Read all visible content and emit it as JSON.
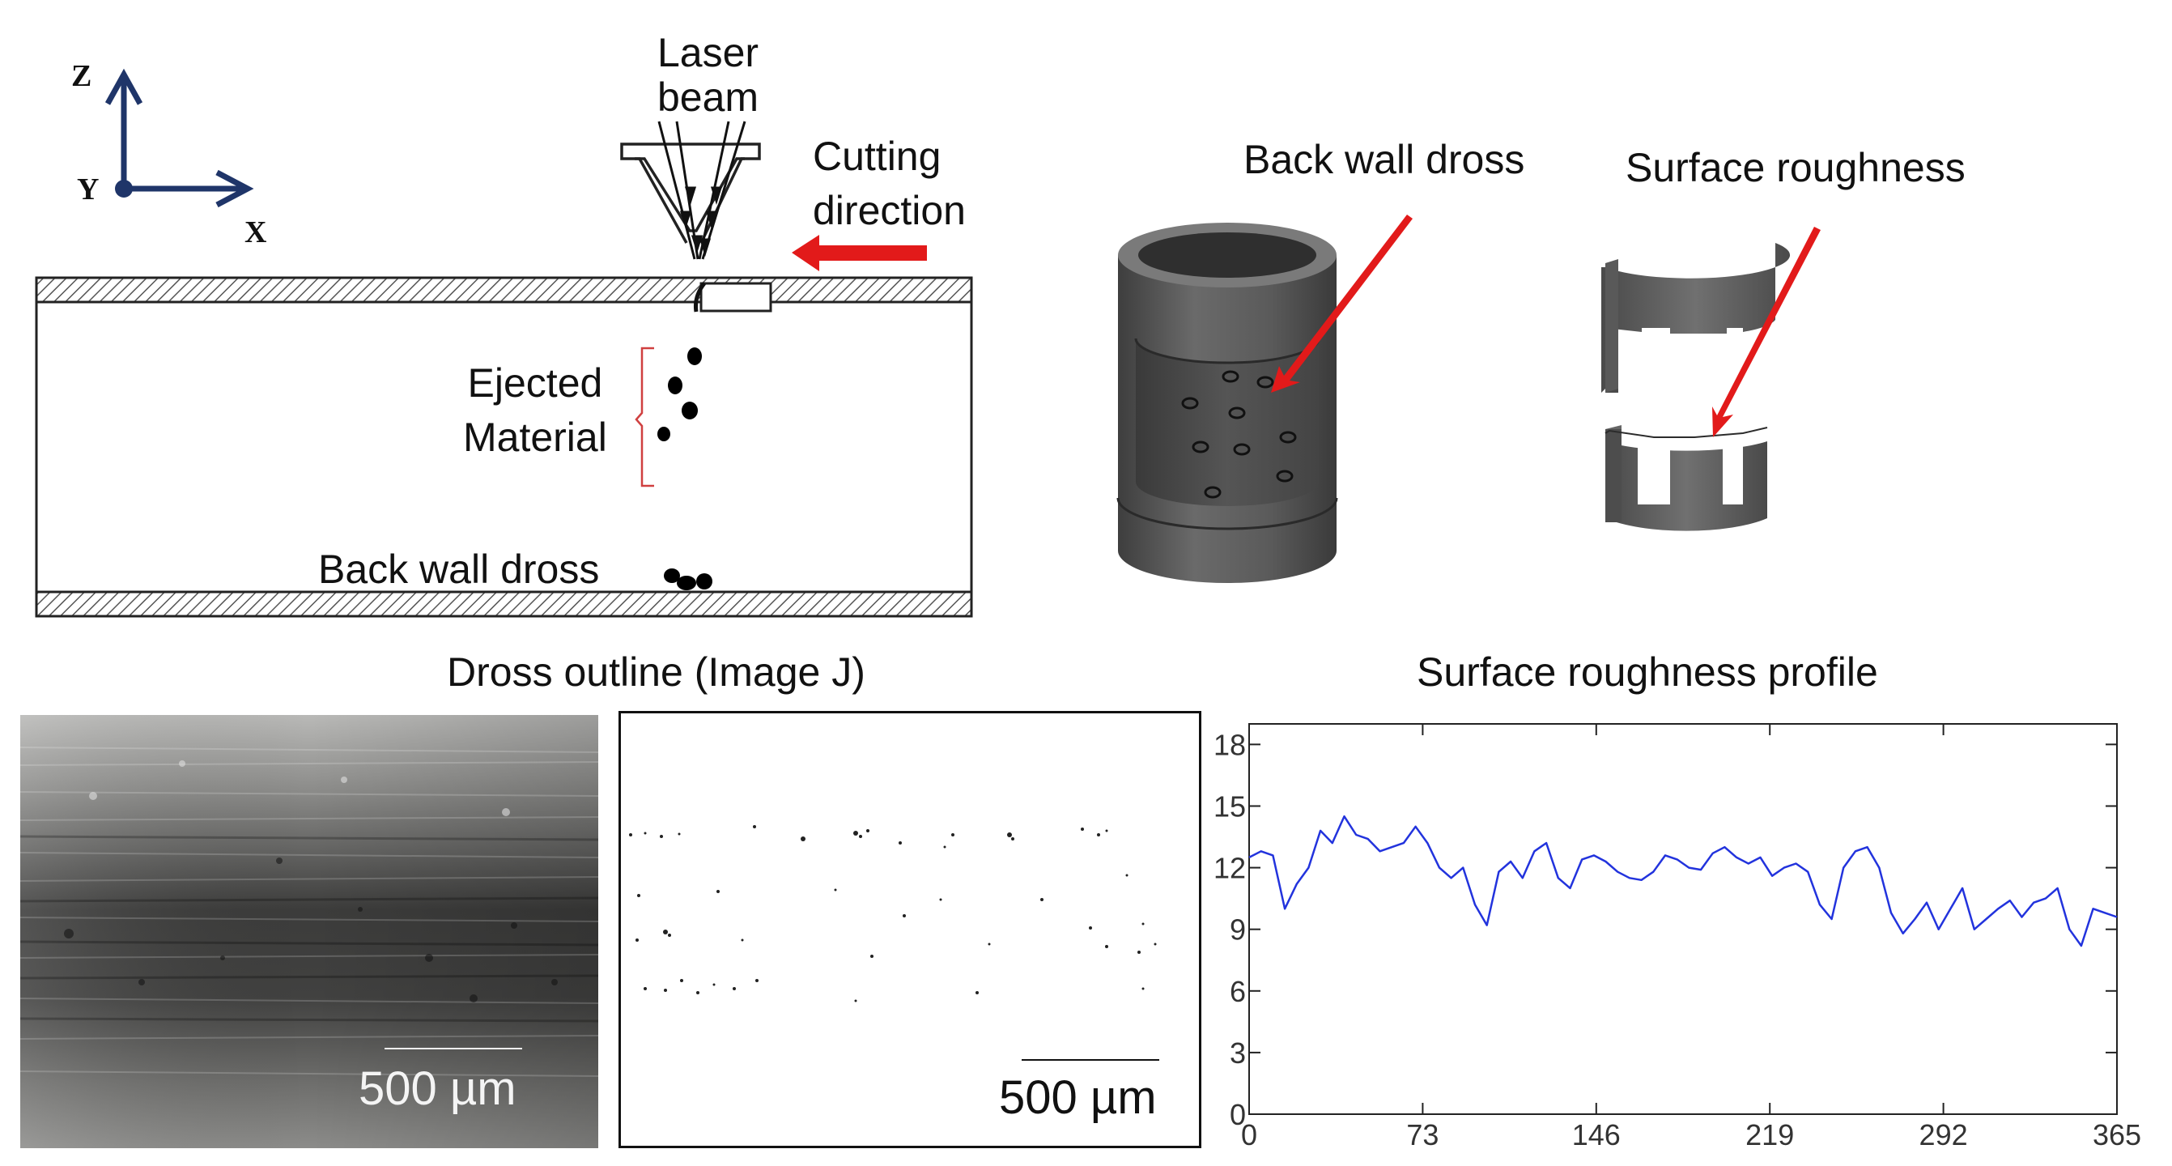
{
  "axes": {
    "z": "Z",
    "y": "Y",
    "x": "X"
  },
  "schematic": {
    "laser_beam": [
      "Laser",
      "beam"
    ],
    "cutting_direction": [
      "Cutting",
      "direction"
    ],
    "ejected_material": [
      "Ejected",
      "Material"
    ],
    "back_wall_dross": "Back wall dross"
  },
  "render3d": {
    "back_wall_dross": "Back wall dross",
    "surface_roughness": "Surface roughness"
  },
  "bottom": {
    "dross_outline_title": "Dross outline (Image J)",
    "photo_scale": "500 µm",
    "outline_scale": "500 µm",
    "roughness_title": "Surface roughness profile"
  },
  "colors": {
    "arrow_red": "#e21a1a",
    "axis_navy": "#1f3569",
    "profile_blue": "#2233dd",
    "wall_gray": "#5e5e5e"
  },
  "chart_data": {
    "type": "line",
    "title": "Surface roughness profile",
    "xlabel": "",
    "ylabel": "",
    "xlim": [
      0,
      365
    ],
    "ylim": [
      0,
      19
    ],
    "x_ticks": [
      0,
      73,
      146,
      219,
      292,
      365
    ],
    "y_ticks": [
      0,
      3,
      6,
      9,
      12,
      15,
      18
    ],
    "grid": false,
    "series": [
      {
        "x": [
          0,
          5,
          10,
          15,
          20,
          25,
          30,
          35,
          40,
          45,
          50,
          55,
          60,
          65,
          70,
          75,
          80,
          85,
          90,
          95,
          100,
          105,
          110,
          115,
          120,
          125,
          130,
          135,
          140,
          145,
          150,
          155,
          160,
          165,
          170,
          175,
          180,
          185,
          190,
          195,
          200,
          205,
          210,
          215,
          220,
          225,
          230,
          235,
          240,
          245,
          250,
          255,
          260,
          265,
          270,
          275,
          280,
          285,
          290,
          295,
          300,
          305,
          310,
          315,
          320,
          325,
          330,
          335,
          340,
          345,
          350,
          355,
          360,
          365
        ],
        "values": [
          12.5,
          12.8,
          12.6,
          10.0,
          11.2,
          12.0,
          13.8,
          13.2,
          14.5,
          13.6,
          13.4,
          12.8,
          13.0,
          13.2,
          14.0,
          13.2,
          12.0,
          11.5,
          12.0,
          10.2,
          9.2,
          11.8,
          12.3,
          11.5,
          12.8,
          13.2,
          11.5,
          11.0,
          12.4,
          12.6,
          12.3,
          11.8,
          11.5,
          11.4,
          11.8,
          12.6,
          12.4,
          12.0,
          11.9,
          12.7,
          13.0,
          12.5,
          12.2,
          12.5,
          11.6,
          12.0,
          12.2,
          11.8,
          10.2,
          9.5,
          12.0,
          12.8,
          13.0,
          12.0,
          9.8,
          8.8,
          9.5,
          10.3,
          9.0,
          10.0,
          11.0,
          9.0,
          9.5,
          10.0,
          10.4,
          9.6,
          10.3,
          10.5,
          11.0,
          9.0,
          8.2,
          10.0,
          9.8,
          9.6
        ]
      }
    ]
  }
}
